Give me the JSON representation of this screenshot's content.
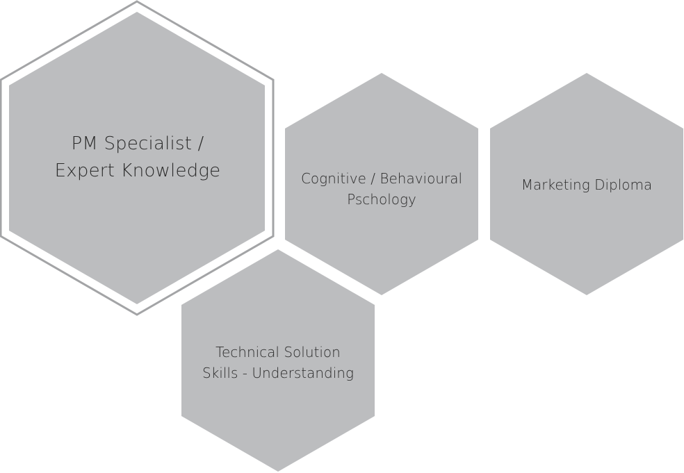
{
  "diagram": {
    "colors": {
      "hexagon_fill": "#bcbdbf",
      "highlight_outline": "#a3a4a6",
      "text": "#2b2b2b",
      "background": "#ffffff"
    },
    "hexagons": [
      {
        "id": "pm-specialist",
        "highlighted": true,
        "lines": [
          "PM Specialist /",
          "Expert Knowledge"
        ]
      },
      {
        "id": "cognitive",
        "highlighted": false,
        "lines": [
          "Cognitive / Behavioural",
          "Pschology"
        ]
      },
      {
        "id": "marketing",
        "highlighted": false,
        "lines": [
          "Marketing Diploma"
        ]
      },
      {
        "id": "technical",
        "highlighted": false,
        "lines": [
          "Technical Solution",
          "Skills - Understanding"
        ]
      }
    ]
  }
}
